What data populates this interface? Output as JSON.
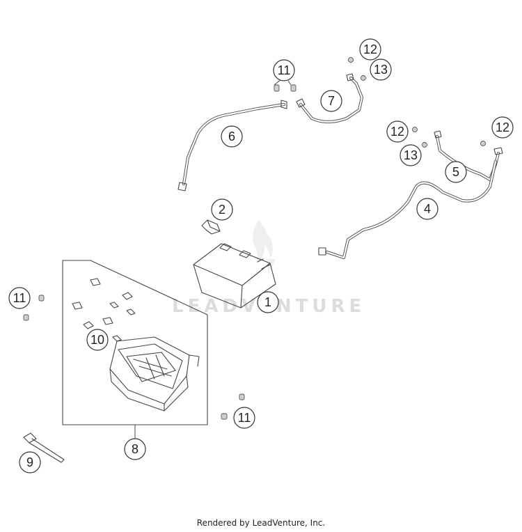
{
  "watermark": {
    "text": "LEADVENTURE"
  },
  "callouts": {
    "c1": "1",
    "c2": "2",
    "c4": "4",
    "c5": "5",
    "c6": "6",
    "c7": "7",
    "c8": "8",
    "c9": "9",
    "c10": "10",
    "c11a": "11",
    "c11b": "11",
    "c11c": "11",
    "c12a": "12",
    "c12b": "12",
    "c12c": "12",
    "c13a": "13",
    "c13b": "13"
  },
  "footer": {
    "text": "Rendered by LeadVenture, Inc."
  }
}
